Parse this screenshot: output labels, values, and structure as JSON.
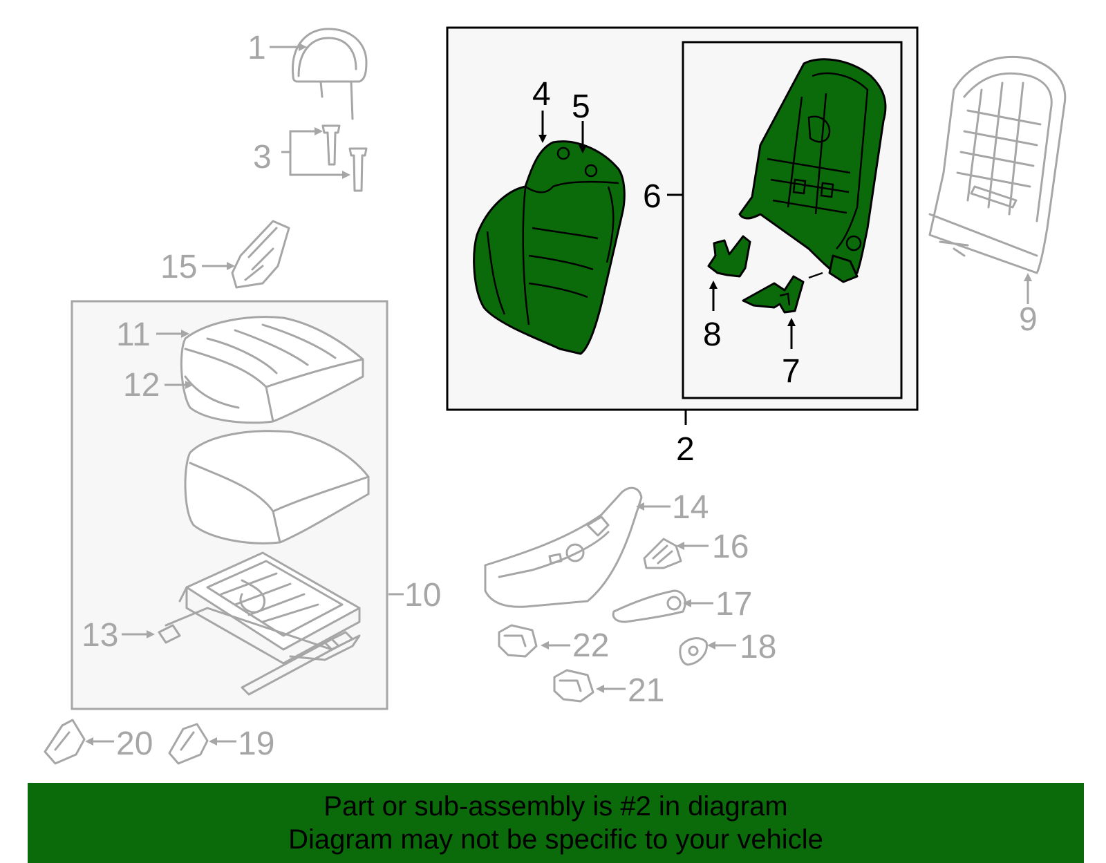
{
  "colors": {
    "highlight": "#0b6b0b",
    "unselected_stroke": "#a6a6a6",
    "outline": "#000000",
    "box_fill": "#f7f7f7"
  },
  "callouts": {
    "c1": "1",
    "c2": "2",
    "c3": "3",
    "c4": "4",
    "c5": "5",
    "c6": "6",
    "c7": "7",
    "c8": "8",
    "c9": "9",
    "c10": "10",
    "c11": "11",
    "c12": "12",
    "c13": "13",
    "c14": "14",
    "c15": "15",
    "c16": "16",
    "c17": "17",
    "c18": "18",
    "c19": "19",
    "c20": "20",
    "c21": "21",
    "c22": "22"
  },
  "banner": {
    "line1": "Part or sub-assembly is #2 in diagram",
    "line2": "Diagram may not be specific to your vehicle"
  }
}
